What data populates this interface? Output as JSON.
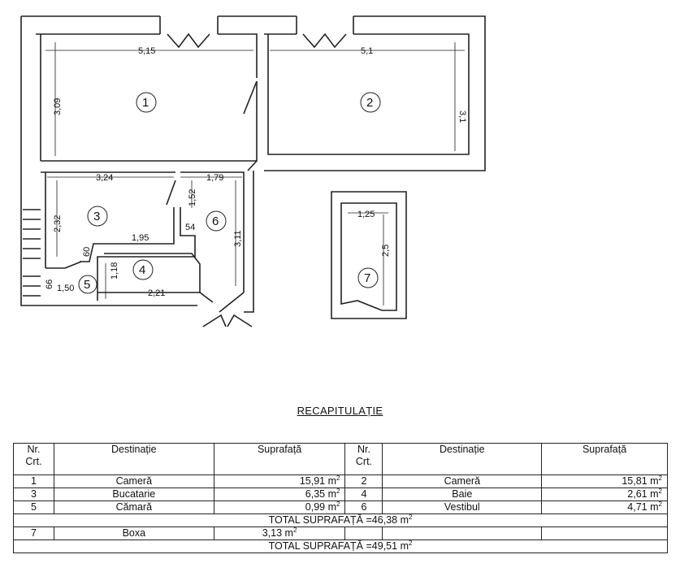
{
  "plan": {
    "rooms": [
      "1",
      "2",
      "3",
      "4",
      "5",
      "6",
      "7"
    ],
    "dimensions": [
      "5,15",
      "5,1",
      "3,09",
      "3,1",
      "3,24",
      "1,79",
      "2,32",
      "1,52",
      "54",
      "3,11",
      "1,95",
      "60",
      "1,18",
      "66",
      "1,50",
      "2,21",
      "1,25",
      "2,5"
    ]
  },
  "summary": {
    "title": "RECAPITULAȚIE",
    "headers": {
      "nr": "Nr. Crt.",
      "dest": "Destinație",
      "sup": "Suprafață"
    },
    "unit": "m",
    "unit_exp": "2",
    "rows": [
      [
        {
          "nr": "1",
          "dest": "Cameră",
          "area": "15,91"
        },
        {
          "nr": "2",
          "dest": "Cameră",
          "area": "15,81"
        }
      ],
      [
        {
          "nr": "3",
          "dest": "Bucatarie",
          "area": "6,35"
        },
        {
          "nr": "4",
          "dest": "Baie",
          "area": "2,61"
        }
      ],
      [
        {
          "nr": "5",
          "dest": "Cămară",
          "area": "0,99"
        },
        {
          "nr": "6",
          "dest": "Vestibul",
          "area": "4,71"
        }
      ]
    ],
    "total1": "TOTAL SUPRAFAȚĂ =46,38",
    "extra": {
      "nr": "7",
      "dest": "Boxa",
      "area": "3,13"
    },
    "total2": "TOTAL SUPRAFAȚĂ =49,51"
  }
}
